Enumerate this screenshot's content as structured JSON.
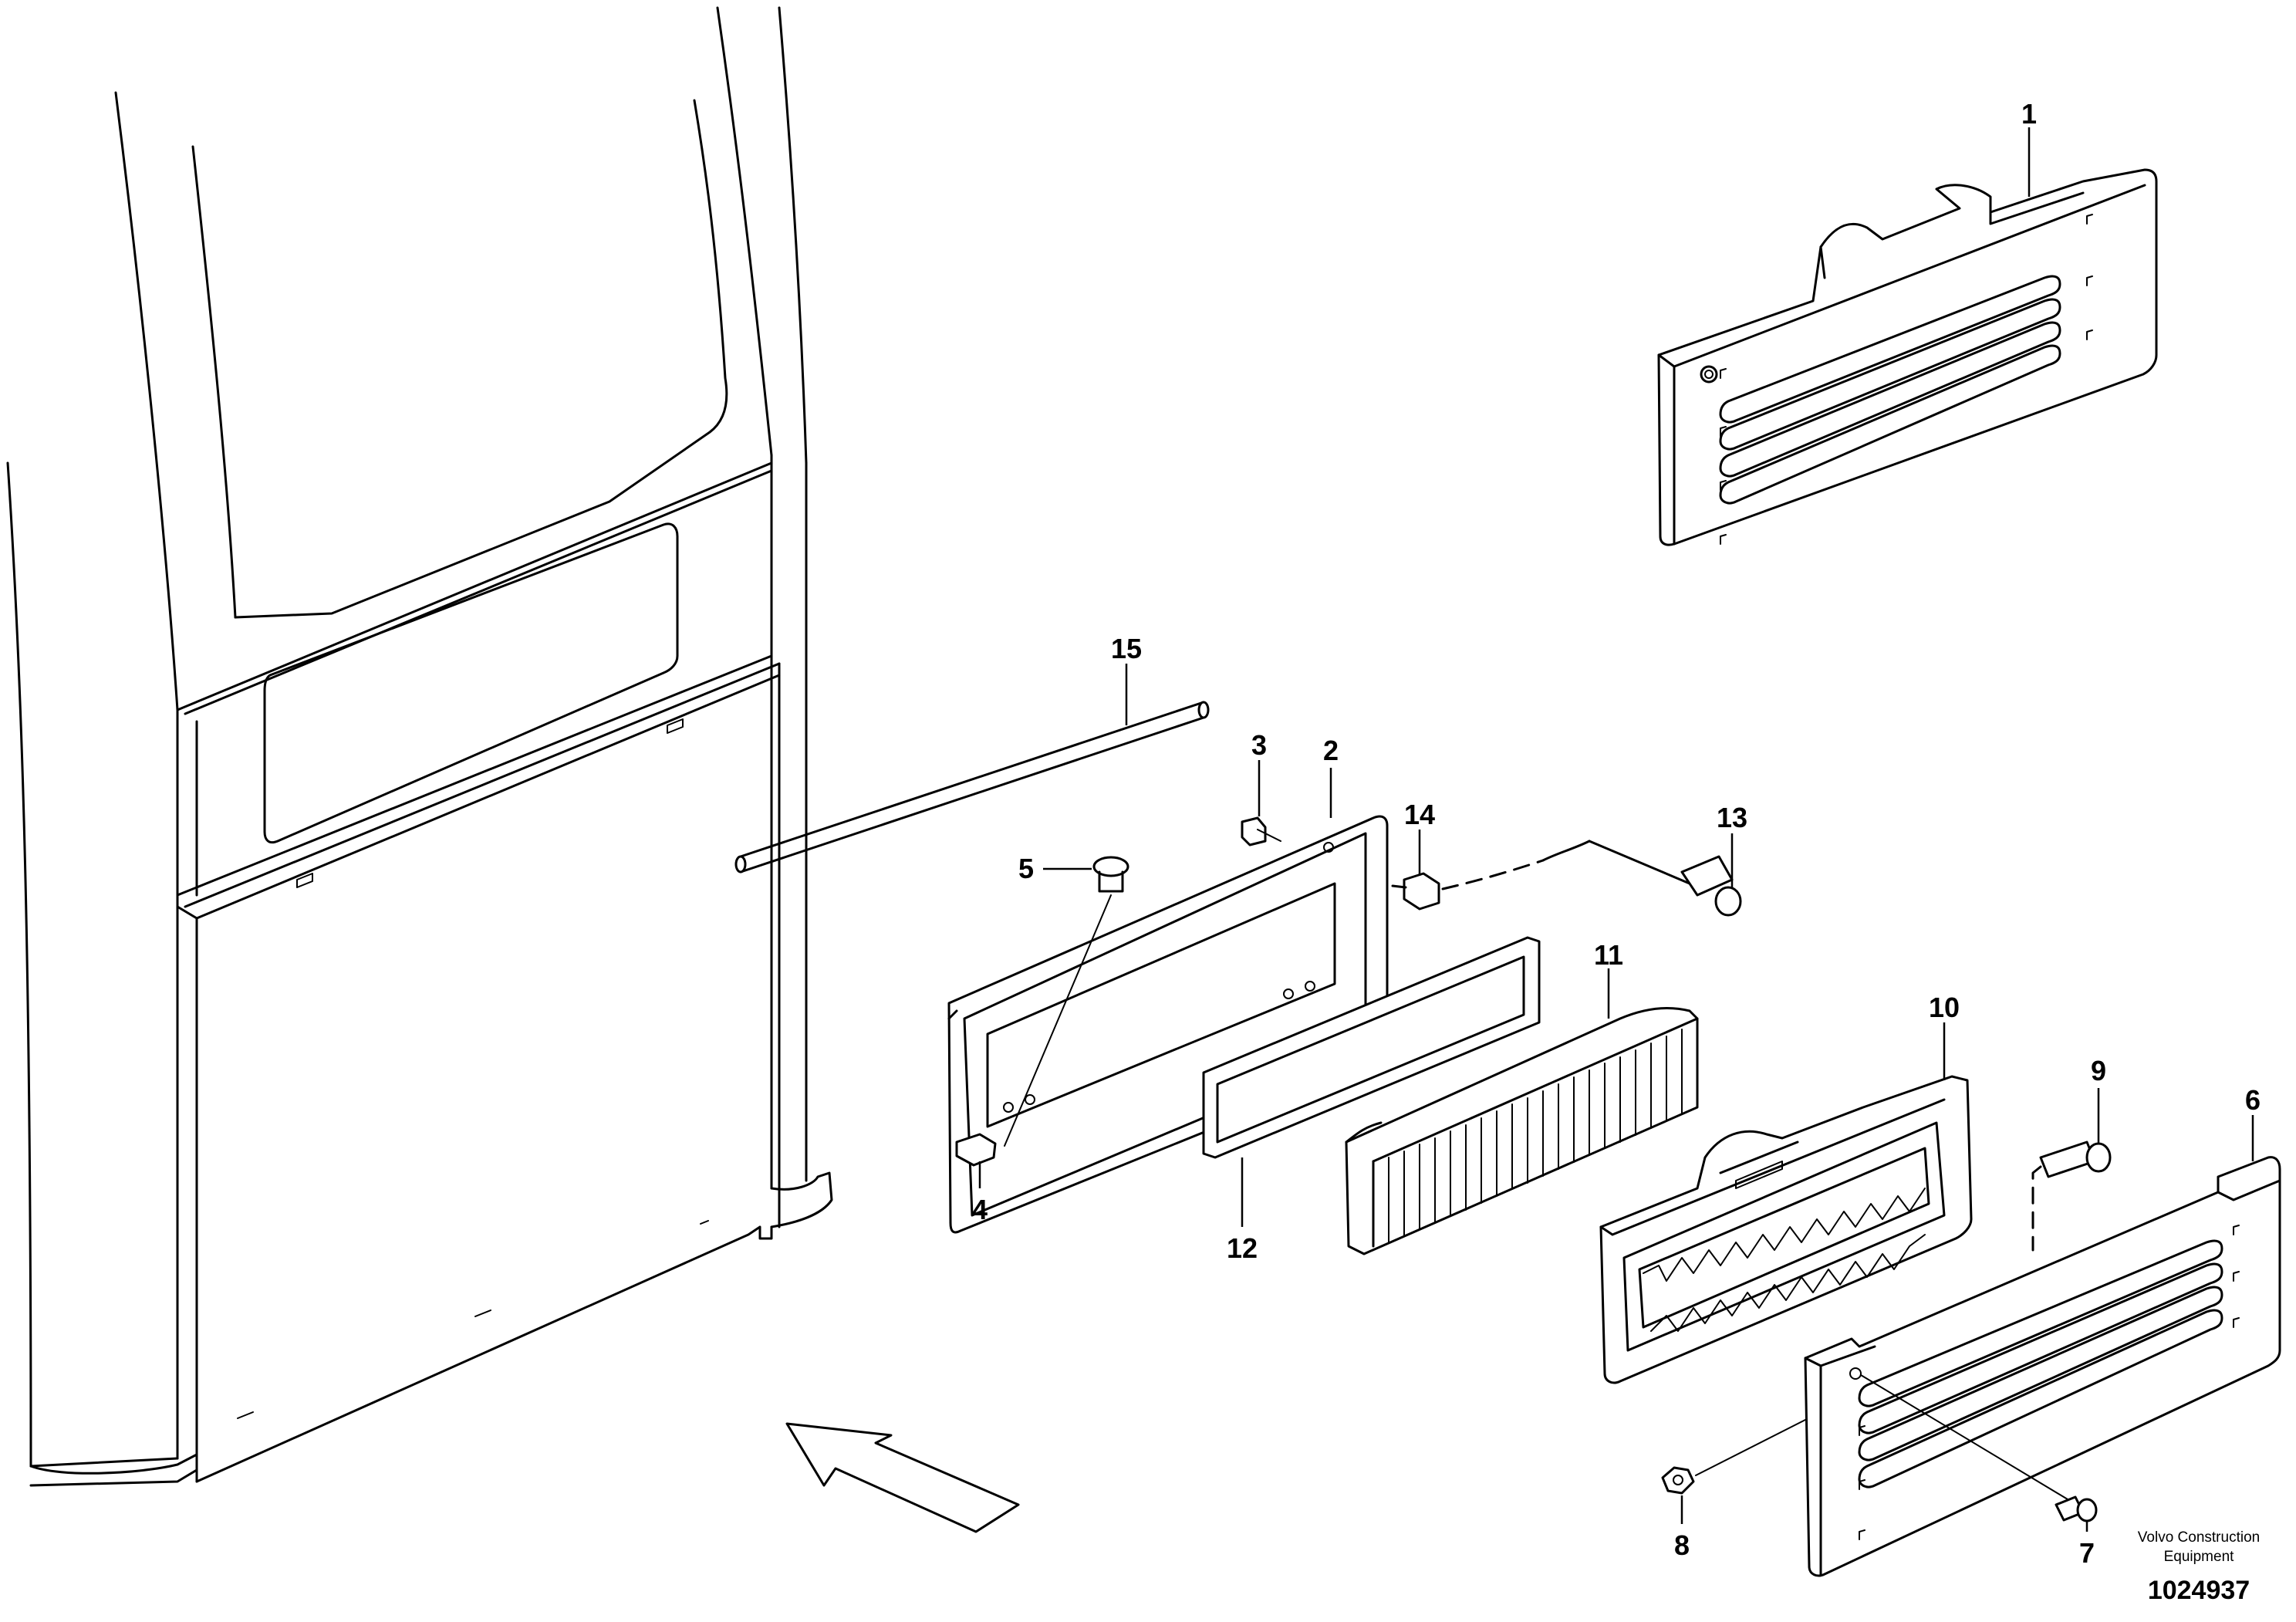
{
  "callouts": {
    "c1": "1",
    "c2": "2",
    "c3": "3",
    "c4": "4",
    "c5": "5",
    "c6": "6",
    "c7": "7",
    "c8": "8",
    "c9": "9",
    "c10": "10",
    "c11": "11",
    "c12": "12",
    "c13": "13",
    "c14": "14",
    "c15": "15"
  },
  "footer": {
    "brand_line1": "Volvo Construction",
    "brand_line2": "Equipment",
    "document_number": "1024937"
  }
}
